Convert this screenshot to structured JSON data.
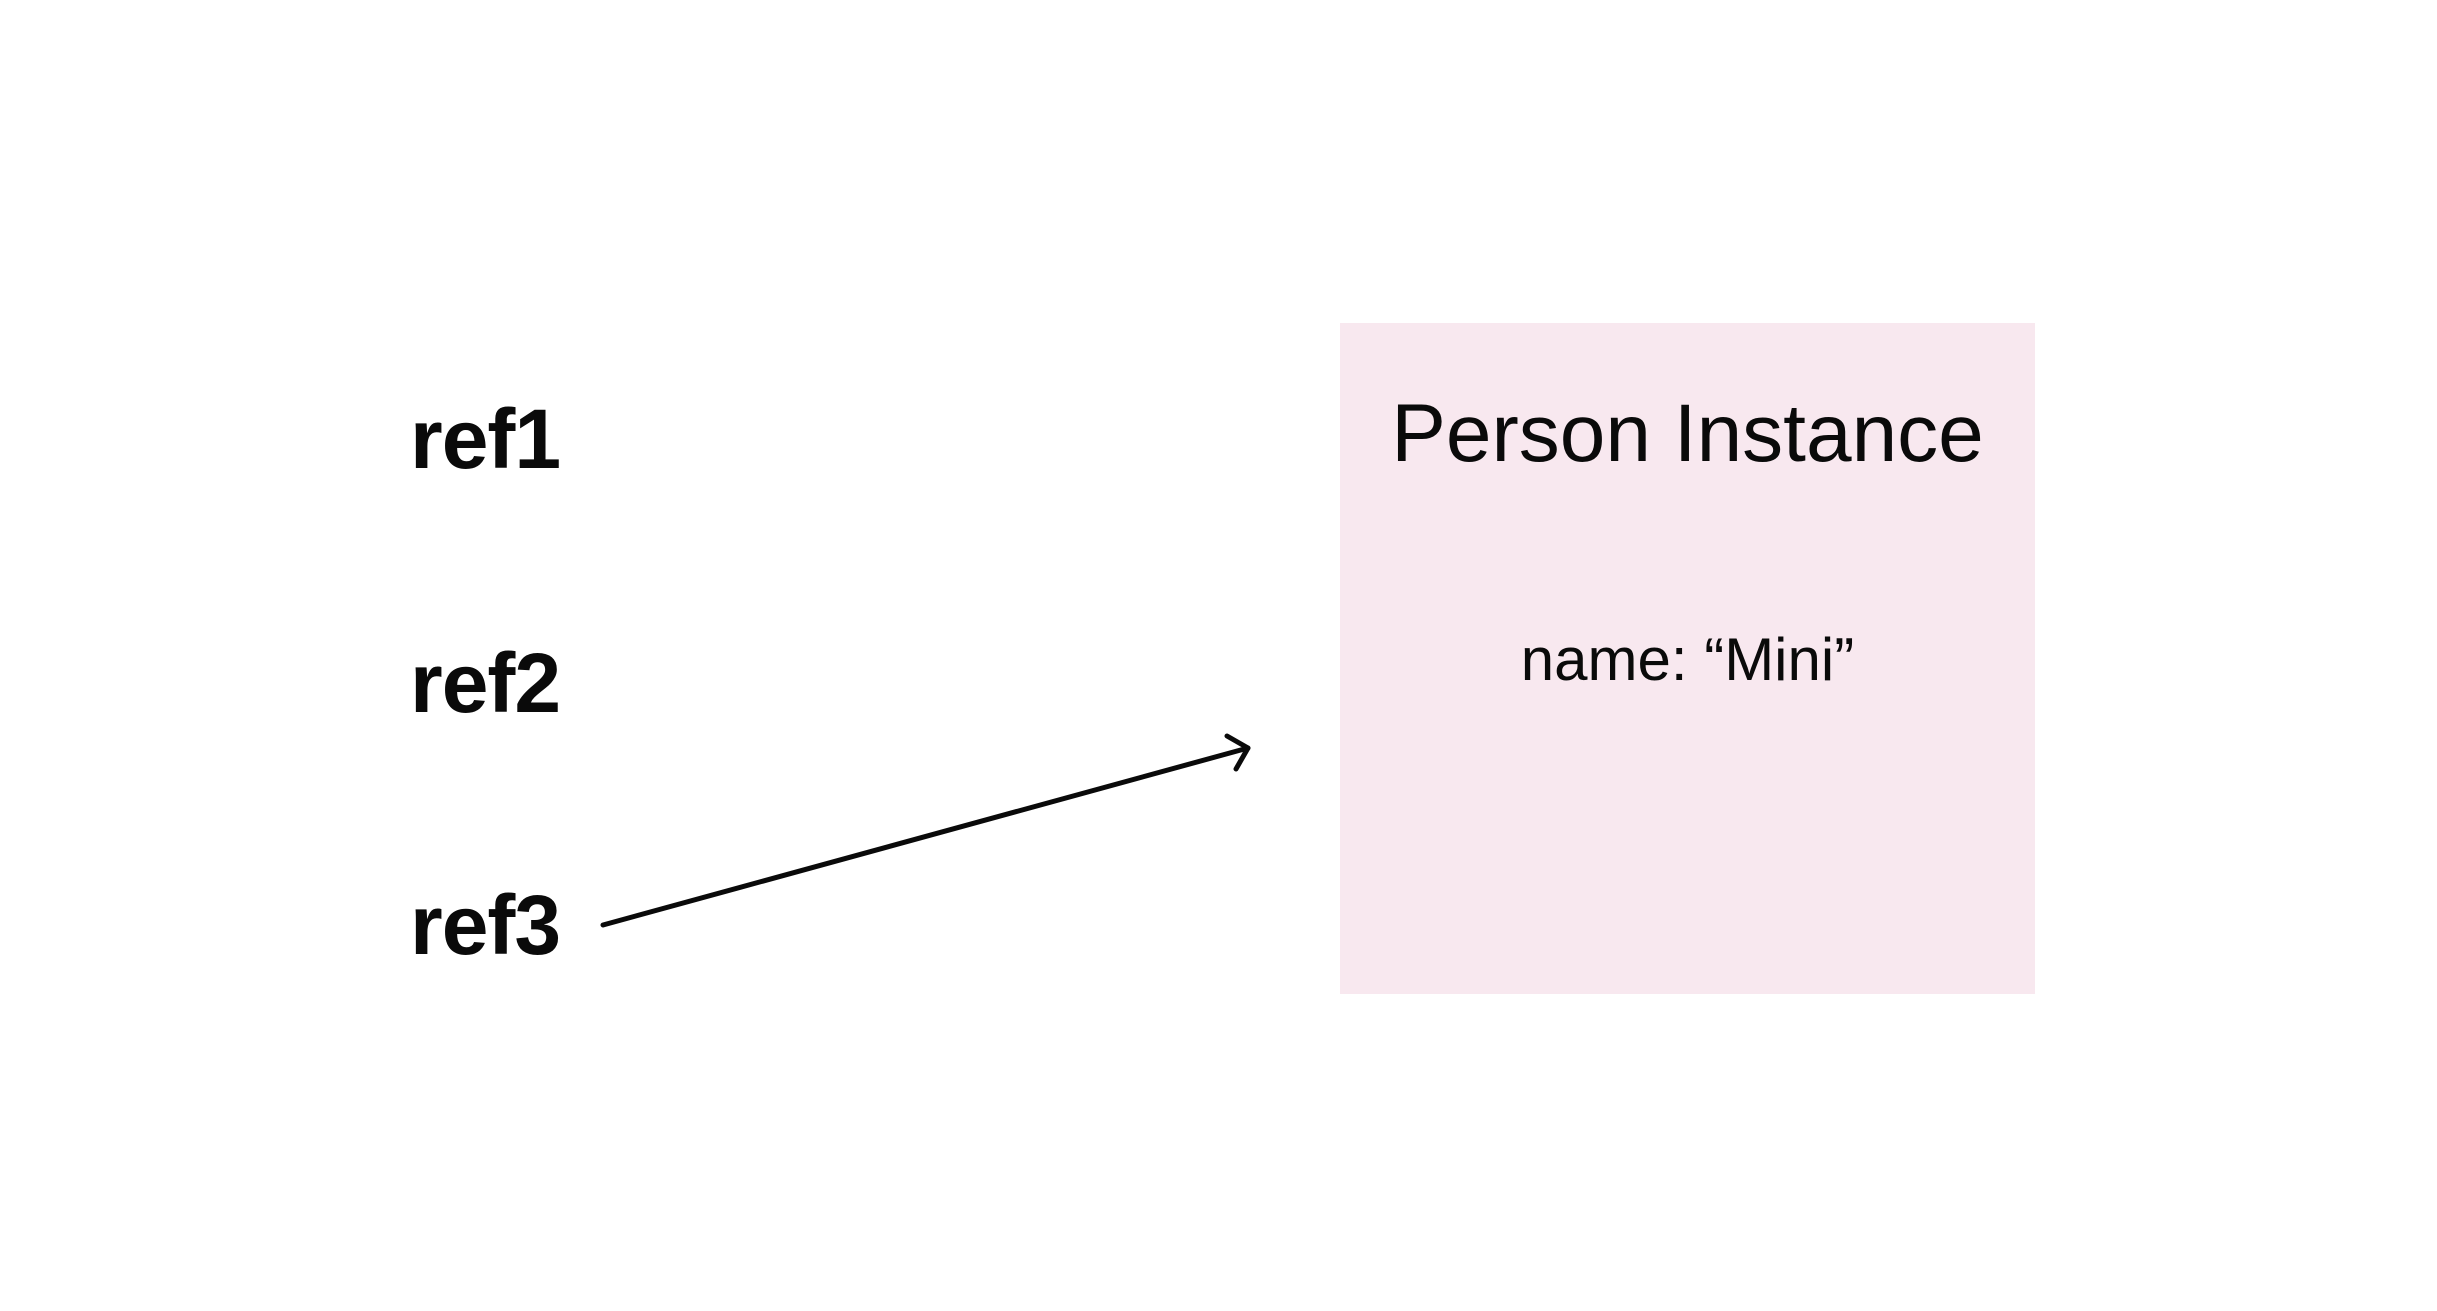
{
  "references": [
    {
      "label": "ref1"
    },
    {
      "label": "ref2"
    },
    {
      "label": "ref3"
    }
  ],
  "instance": {
    "title": "Person Instance",
    "field": "name: “Mini”",
    "background_color": "#f8e8ef"
  },
  "arrow": {
    "from": "ref3",
    "to": "instance",
    "color": "#0a0a0a"
  }
}
